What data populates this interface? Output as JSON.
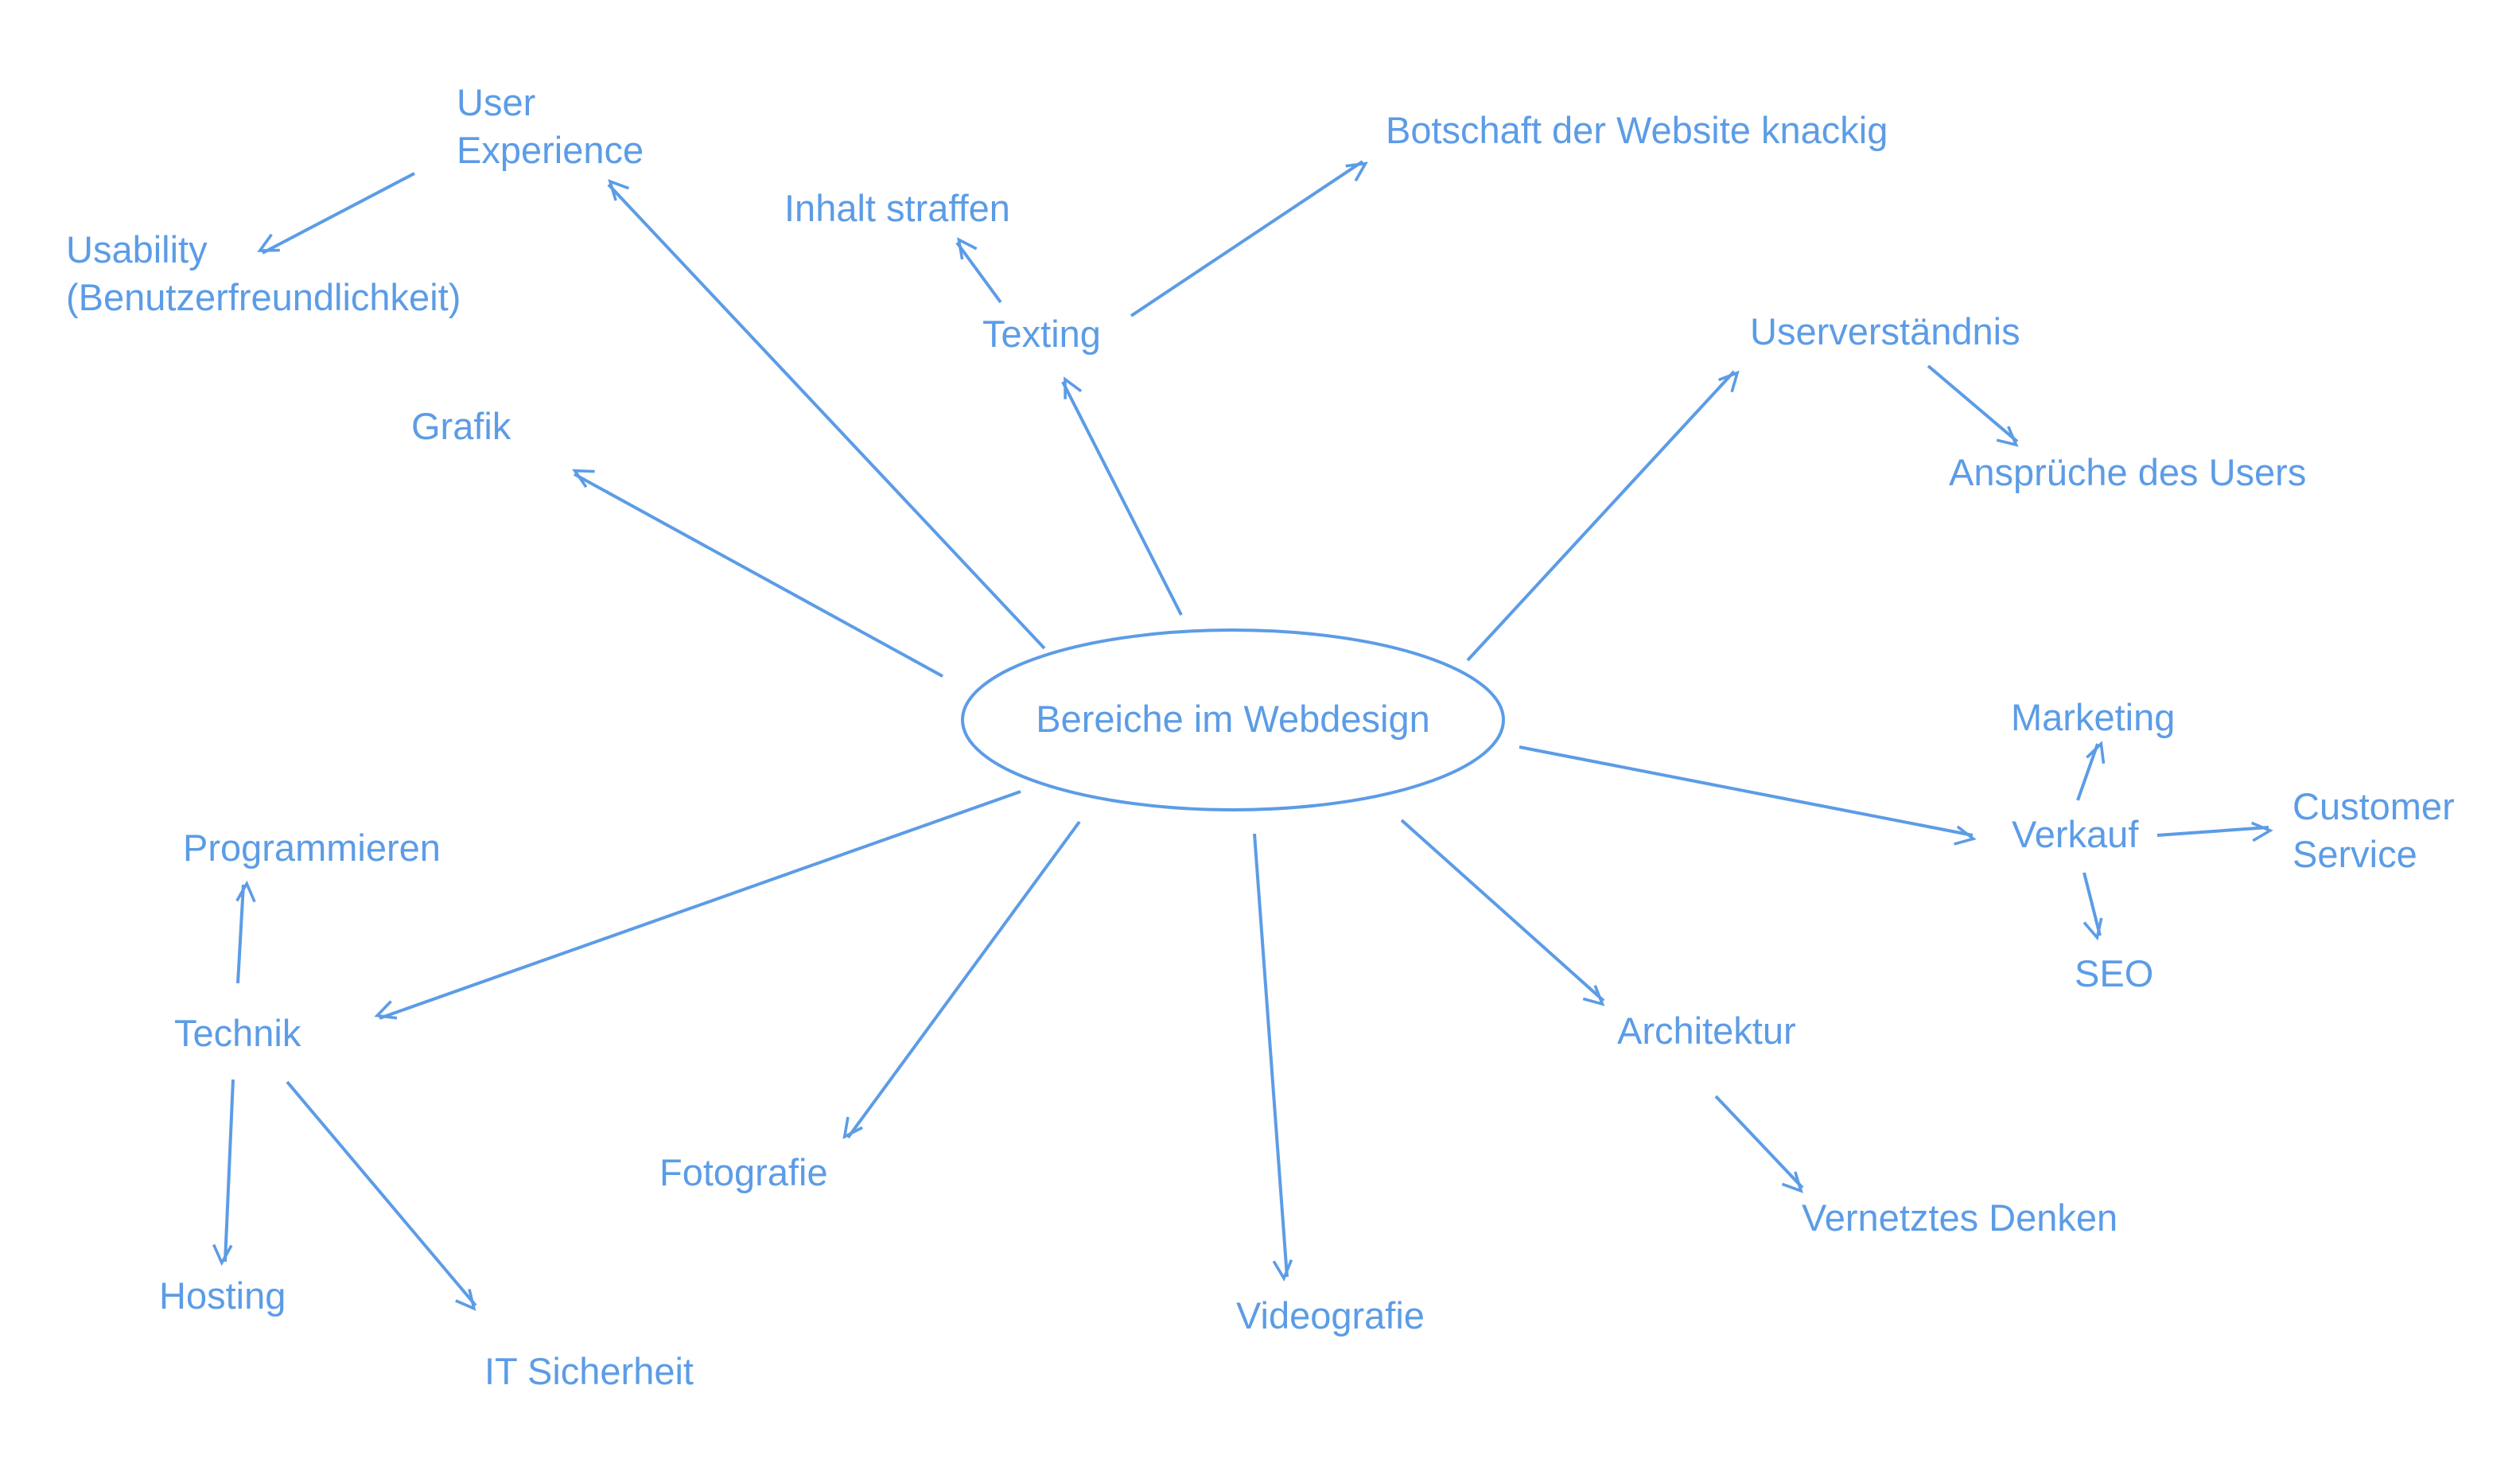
{
  "diagram": {
    "type": "mind-map",
    "accent_color": "#5c9ce6",
    "center": {
      "id": "center",
      "label": "Bereiche im Webdesign"
    },
    "nodes": [
      {
        "id": "user-experience",
        "lines": [
          "User",
          "Experience"
        ]
      },
      {
        "id": "usability",
        "lines": [
          "Usability",
          "(Benutzerfreundlichkeit)"
        ]
      },
      {
        "id": "grafik",
        "lines": [
          "Grafik"
        ]
      },
      {
        "id": "inhalt-straffen",
        "lines": [
          "Inhalt straffen"
        ]
      },
      {
        "id": "texting",
        "lines": [
          "Texting"
        ]
      },
      {
        "id": "botschaft",
        "lines": [
          "Botschaft der Website knackig"
        ]
      },
      {
        "id": "userverstaendnis",
        "lines": [
          "Userverständnis"
        ]
      },
      {
        "id": "ansprueche",
        "lines": [
          "Ansprüche des Users"
        ]
      },
      {
        "id": "marketing",
        "lines": [
          "Marketing"
        ]
      },
      {
        "id": "verkauf",
        "lines": [
          "Verkauf"
        ]
      },
      {
        "id": "customer-service",
        "lines": [
          "Customer",
          "Service"
        ]
      },
      {
        "id": "seo",
        "lines": [
          "SEO"
        ]
      },
      {
        "id": "programmieren",
        "lines": [
          "Programmieren"
        ]
      },
      {
        "id": "technik",
        "lines": [
          "Technik"
        ]
      },
      {
        "id": "hosting",
        "lines": [
          "Hosting"
        ]
      },
      {
        "id": "it-sicherheit",
        "lines": [
          "IT Sicherheit"
        ]
      },
      {
        "id": "fotografie",
        "lines": [
          "Fotografie"
        ]
      },
      {
        "id": "videografie",
        "lines": [
          "Videografie"
        ]
      },
      {
        "id": "architektur",
        "lines": [
          "Architektur"
        ]
      },
      {
        "id": "vernetztes-denken",
        "lines": [
          "Vernetztes Denken"
        ]
      }
    ],
    "edges": [
      {
        "from": "center",
        "to": "user-experience"
      },
      {
        "from": "center",
        "to": "grafik"
      },
      {
        "from": "center",
        "to": "texting"
      },
      {
        "from": "center",
        "to": "userverstaendnis"
      },
      {
        "from": "center",
        "to": "verkauf"
      },
      {
        "from": "center",
        "to": "technik"
      },
      {
        "from": "center",
        "to": "fotografie"
      },
      {
        "from": "center",
        "to": "videografie"
      },
      {
        "from": "center",
        "to": "architektur"
      },
      {
        "from": "user-experience",
        "to": "usability"
      },
      {
        "from": "texting",
        "to": "inhalt-straffen"
      },
      {
        "from": "texting",
        "to": "botschaft"
      },
      {
        "from": "userverstaendnis",
        "to": "ansprueche"
      },
      {
        "from": "verkauf",
        "to": "marketing"
      },
      {
        "from": "verkauf",
        "to": "customer-service"
      },
      {
        "from": "verkauf",
        "to": "seo"
      },
      {
        "from": "technik",
        "to": "programmieren"
      },
      {
        "from": "technik",
        "to": "hosting"
      },
      {
        "from": "technik",
        "to": "it-sicherheit"
      },
      {
        "from": "architektur",
        "to": "vernetztes-denken"
      }
    ]
  }
}
